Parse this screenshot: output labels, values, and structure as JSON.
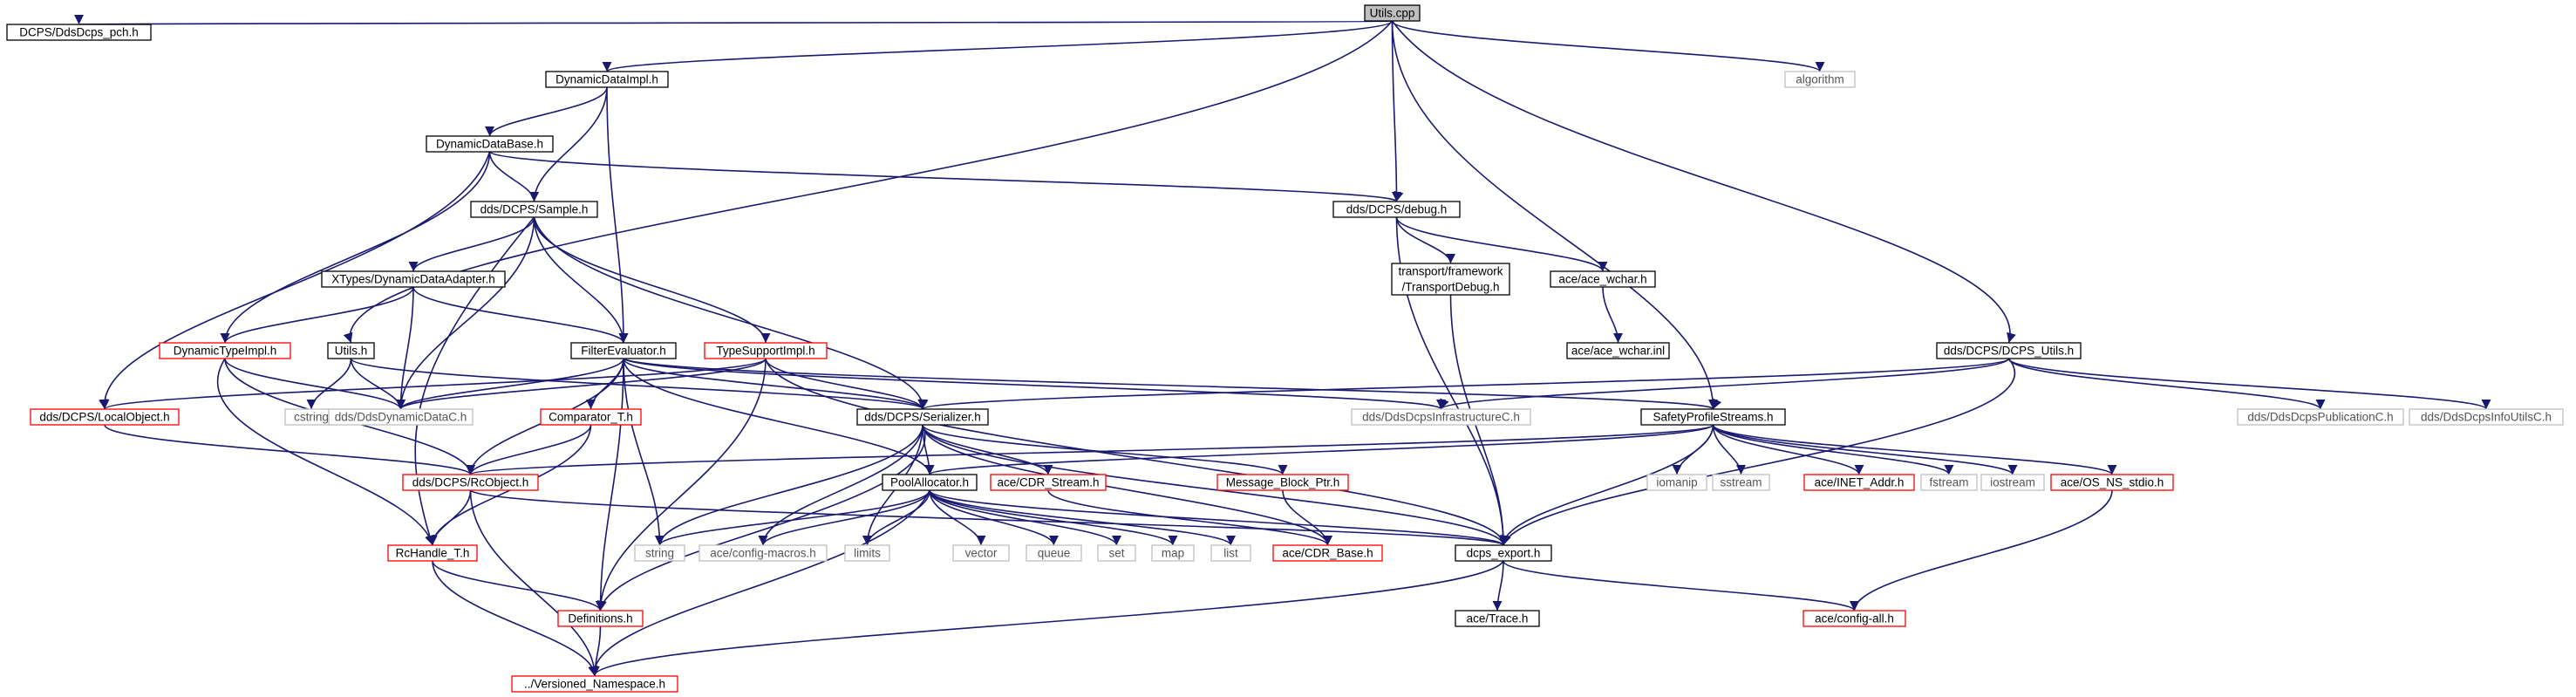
{
  "colors": {
    "edge": "#191970",
    "root_fill": "#bfbfbf",
    "border_normal": "#000000",
    "border_red": "#ff0000",
    "border_gray": "#bfbfbf",
    "text_normal": "#000000",
    "text_gray": "#555555"
  },
  "nodes": [
    {
      "id": "utils_cpp",
      "lines": [
        "Utils.cpp"
      ],
      "style": "root"
    },
    {
      "id": "pch",
      "lines": [
        "DCPS/DdsDcps_pch.h"
      ],
      "style": "normal"
    },
    {
      "id": "dyndataimpl",
      "lines": [
        "DynamicDataImpl.h"
      ],
      "style": "normal"
    },
    {
      "id": "algorithm",
      "lines": [
        "algorithm"
      ],
      "style": "gray"
    },
    {
      "id": "dyndatabase",
      "lines": [
        "DynamicDataBase.h"
      ],
      "style": "normal"
    },
    {
      "id": "sample",
      "lines": [
        "dds/DCPS/Sample.h"
      ],
      "style": "normal"
    },
    {
      "id": "debug",
      "lines": [
        "dds/DCPS/debug.h"
      ],
      "style": "normal"
    },
    {
      "id": "transportdebug",
      "lines": [
        "transport/framework",
        "/TransportDebug.h"
      ],
      "style": "normal"
    },
    {
      "id": "ace_wchar",
      "lines": [
        "ace/ace_wchar.h"
      ],
      "style": "normal"
    },
    {
      "id": "ace_wchar_inl",
      "lines": [
        "ace/ace_wchar.inl"
      ],
      "style": "normal"
    },
    {
      "id": "xtypes",
      "lines": [
        "XTypes/DynamicDataAdapter.h"
      ],
      "style": "normal"
    },
    {
      "id": "dyntypeimpl",
      "lines": [
        "DynamicTypeImpl.h"
      ],
      "style": "red"
    },
    {
      "id": "utils_h",
      "lines": [
        "Utils.h"
      ],
      "style": "normal"
    },
    {
      "id": "filtereval",
      "lines": [
        "FilterEvaluator.h"
      ],
      "style": "normal"
    },
    {
      "id": "typesupport",
      "lines": [
        "TypeSupportImpl.h"
      ],
      "style": "red"
    },
    {
      "id": "dcps_utils",
      "lines": [
        "dds/DCPS/DCPS_Utils.h"
      ],
      "style": "normal"
    },
    {
      "id": "localobject",
      "lines": [
        "dds/DCPS/LocalObject.h"
      ],
      "style": "red"
    },
    {
      "id": "cstring",
      "lines": [
        "cstring"
      ],
      "style": "gray"
    },
    {
      "id": "dyndatac",
      "lines": [
        "dds/DdsDynamicDataC.h"
      ],
      "style": "gray"
    },
    {
      "id": "comparator",
      "lines": [
        "Comparator_T.h"
      ],
      "style": "red"
    },
    {
      "id": "serializer",
      "lines": [
        "dds/DCPS/Serializer.h"
      ],
      "style": "normal"
    },
    {
      "id": "infrac",
      "lines": [
        "dds/DdsDcpsInfrastructureC.h"
      ],
      "style": "gray"
    },
    {
      "id": "safety",
      "lines": [
        "SafetyProfileStreams.h"
      ],
      "style": "normal"
    },
    {
      "id": "pubc",
      "lines": [
        "dds/DdsDcpsPublicationC.h"
      ],
      "style": "gray"
    },
    {
      "id": "infoutilsc",
      "lines": [
        "dds/DdsDcpsInfoUtilsC.h"
      ],
      "style": "gray"
    },
    {
      "id": "rcobject",
      "lines": [
        "dds/DCPS/RcObject.h"
      ],
      "style": "red"
    },
    {
      "id": "poolalloc",
      "lines": [
        "PoolAllocator.h"
      ],
      "style": "normal"
    },
    {
      "id": "cdrstream",
      "lines": [
        "ace/CDR_Stream.h"
      ],
      "style": "red"
    },
    {
      "id": "msgblock",
      "lines": [
        "Message_Block_Ptr.h"
      ],
      "style": "red"
    },
    {
      "id": "iomanip",
      "lines": [
        "iomanip"
      ],
      "style": "gray"
    },
    {
      "id": "sstream",
      "lines": [
        "sstream"
      ],
      "style": "gray"
    },
    {
      "id": "inetaddr",
      "lines": [
        "ace/INET_Addr.h"
      ],
      "style": "red"
    },
    {
      "id": "fstream",
      "lines": [
        "fstream"
      ],
      "style": "gray"
    },
    {
      "id": "iostream",
      "lines": [
        "iostream"
      ],
      "style": "gray"
    },
    {
      "id": "osnsstdio",
      "lines": [
        "ace/OS_NS_stdio.h"
      ],
      "style": "red"
    },
    {
      "id": "rchandle",
      "lines": [
        "RcHandle_T.h"
      ],
      "style": "red"
    },
    {
      "id": "string",
      "lines": [
        "string"
      ],
      "style": "gray"
    },
    {
      "id": "configmacros",
      "lines": [
        "ace/config-macros.h"
      ],
      "style": "gray"
    },
    {
      "id": "limits",
      "lines": [
        "limits"
      ],
      "style": "gray"
    },
    {
      "id": "vector",
      "lines": [
        "vector"
      ],
      "style": "gray"
    },
    {
      "id": "queue",
      "lines": [
        "queue"
      ],
      "style": "gray"
    },
    {
      "id": "set",
      "lines": [
        "set"
      ],
      "style": "gray"
    },
    {
      "id": "map",
      "lines": [
        "map"
      ],
      "style": "gray"
    },
    {
      "id": "list",
      "lines": [
        "list"
      ],
      "style": "gray"
    },
    {
      "id": "cdrbase",
      "lines": [
        "ace/CDR_Base.h"
      ],
      "style": "red"
    },
    {
      "id": "dcpsexport",
      "lines": [
        "dcps_export.h"
      ],
      "style": "normal"
    },
    {
      "id": "definitions",
      "lines": [
        "Definitions.h"
      ],
      "style": "red"
    },
    {
      "id": "acetrace",
      "lines": [
        "ace/Trace.h"
      ],
      "style": "normal"
    },
    {
      "id": "configall",
      "lines": [
        "ace/config-all.h"
      ],
      "style": "red"
    },
    {
      "id": "versioned",
      "lines": [
        "../Versioned_Namespace.h"
      ],
      "style": "red"
    }
  ],
  "edges": [
    [
      "utils_cpp",
      "pch"
    ],
    [
      "utils_cpp",
      "dyndataimpl"
    ],
    [
      "utils_cpp",
      "algorithm"
    ],
    [
      "utils_cpp",
      "utils_h"
    ],
    [
      "utils_cpp",
      "debug"
    ],
    [
      "utils_cpp",
      "safety"
    ],
    [
      "utils_cpp",
      "dcps_utils"
    ],
    [
      "dyndataimpl",
      "dyndatabase"
    ],
    [
      "dyndataimpl",
      "sample"
    ],
    [
      "dyndataimpl",
      "filtereval"
    ],
    [
      "dyndatabase",
      "sample"
    ],
    [
      "dyndatabase",
      "debug"
    ],
    [
      "dyndatabase",
      "dyntypeimpl"
    ],
    [
      "dyndatabase",
      "localobject"
    ],
    [
      "sample",
      "xtypes"
    ],
    [
      "sample",
      "filtereval"
    ],
    [
      "sample",
      "typesupport"
    ],
    [
      "sample",
      "serializer"
    ],
    [
      "sample",
      "dyndatac"
    ],
    [
      "sample",
      "rchandle"
    ],
    [
      "debug",
      "transportdebug"
    ],
    [
      "debug",
      "ace_wchar"
    ],
    [
      "debug",
      "dcpsexport"
    ],
    [
      "ace_wchar",
      "ace_wchar_inl"
    ],
    [
      "transportdebug",
      "dcpsexport"
    ],
    [
      "xtypes",
      "dyntypeimpl"
    ],
    [
      "xtypes",
      "filtereval"
    ],
    [
      "xtypes",
      "dyndatac"
    ],
    [
      "dyntypeimpl",
      "dyndatac"
    ],
    [
      "dyntypeimpl",
      "rcobject"
    ],
    [
      "dyntypeimpl",
      "rchandle"
    ],
    [
      "utils_h",
      "cstring"
    ],
    [
      "utils_h",
      "dyndatac"
    ],
    [
      "utils_h",
      "serializer"
    ],
    [
      "filtereval",
      "comparator"
    ],
    [
      "filtereval",
      "rcobject"
    ],
    [
      "filtereval",
      "serializer"
    ],
    [
      "filtereval",
      "dyndatac"
    ],
    [
      "filtereval",
      "string"
    ],
    [
      "filtereval",
      "definitions"
    ],
    [
      "filtereval",
      "poolalloc"
    ],
    [
      "filtereval",
      "infrac"
    ],
    [
      "filtereval",
      "safety"
    ],
    [
      "typesupport",
      "serializer"
    ],
    [
      "typesupport",
      "localobject"
    ],
    [
      "typesupport",
      "dyndatac"
    ],
    [
      "typesupport",
      "definitions"
    ],
    [
      "typesupport",
      "dcpsexport"
    ],
    [
      "dcps_utils",
      "serializer"
    ],
    [
      "dcps_utils",
      "infrac"
    ],
    [
      "dcps_utils",
      "pubc"
    ],
    [
      "dcps_utils",
      "infoutilsc"
    ],
    [
      "dcps_utils",
      "dcpsexport"
    ],
    [
      "localobject",
      "rcobject"
    ],
    [
      "comparator",
      "rcobject"
    ],
    [
      "comparator",
      "rchandle"
    ],
    [
      "serializer",
      "poolalloc"
    ],
    [
      "serializer",
      "cdrstream"
    ],
    [
      "serializer",
      "msgblock"
    ],
    [
      "serializer",
      "string"
    ],
    [
      "serializer",
      "configmacros"
    ],
    [
      "serializer",
      "limits"
    ],
    [
      "serializer",
      "cdrbase"
    ],
    [
      "serializer",
      "dcpsexport"
    ],
    [
      "serializer",
      "definitions"
    ],
    [
      "safety",
      "rcobject"
    ],
    [
      "safety",
      "dcpsexport"
    ],
    [
      "safety",
      "iomanip"
    ],
    [
      "safety",
      "sstream"
    ],
    [
      "safety",
      "inetaddr"
    ],
    [
      "safety",
      "fstream"
    ],
    [
      "safety",
      "iostream"
    ],
    [
      "safety",
      "osnsstdio"
    ],
    [
      "safety",
      "poolalloc"
    ],
    [
      "rcobject",
      "rchandle"
    ],
    [
      "rcobject",
      "dcpsexport"
    ],
    [
      "rcobject",
      "versioned"
    ],
    [
      "poolalloc",
      "string"
    ],
    [
      "poolalloc",
      "configmacros"
    ],
    [
      "poolalloc",
      "limits"
    ],
    [
      "poolalloc",
      "vector"
    ],
    [
      "poolalloc",
      "queue"
    ],
    [
      "poolalloc",
      "set"
    ],
    [
      "poolalloc",
      "map"
    ],
    [
      "poolalloc",
      "list"
    ],
    [
      "poolalloc",
      "versioned"
    ],
    [
      "poolalloc",
      "dcpsexport"
    ],
    [
      "cdrstream",
      "cdrbase"
    ],
    [
      "msgblock",
      "cdrbase"
    ],
    [
      "rchandle",
      "definitions"
    ],
    [
      "rchandle",
      "versioned"
    ],
    [
      "dcpsexport",
      "acetrace"
    ],
    [
      "dcpsexport",
      "configall"
    ],
    [
      "dcpsexport",
      "versioned"
    ],
    [
      "osnsstdio",
      "configall"
    ],
    [
      "definitions",
      "versioned"
    ]
  ]
}
